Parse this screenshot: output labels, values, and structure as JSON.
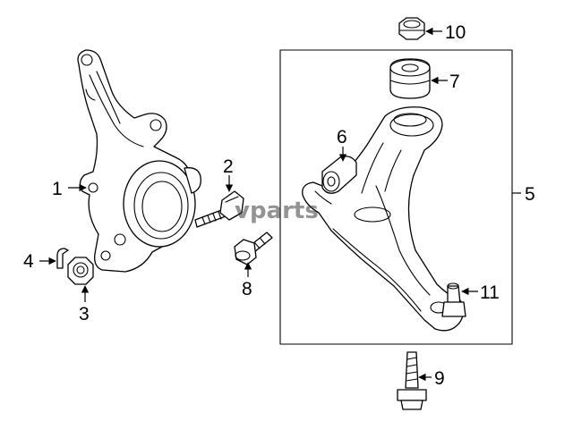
{
  "diagram": {
    "watermark": "vparts",
    "callouts": [
      {
        "id": "1",
        "label": "1"
      },
      {
        "id": "2",
        "label": "2"
      },
      {
        "id": "3",
        "label": "3"
      },
      {
        "id": "4",
        "label": "4"
      },
      {
        "id": "5",
        "label": "5"
      },
      {
        "id": "6",
        "label": "6"
      },
      {
        "id": "7",
        "label": "7"
      },
      {
        "id": "8",
        "label": "8"
      },
      {
        "id": "9",
        "label": "9"
      },
      {
        "id": "10",
        "label": "10"
      },
      {
        "id": "11",
        "label": "11"
      }
    ],
    "colors": {
      "line": "#000000",
      "background": "#ffffff",
      "watermark": "#3a3a3a"
    }
  }
}
